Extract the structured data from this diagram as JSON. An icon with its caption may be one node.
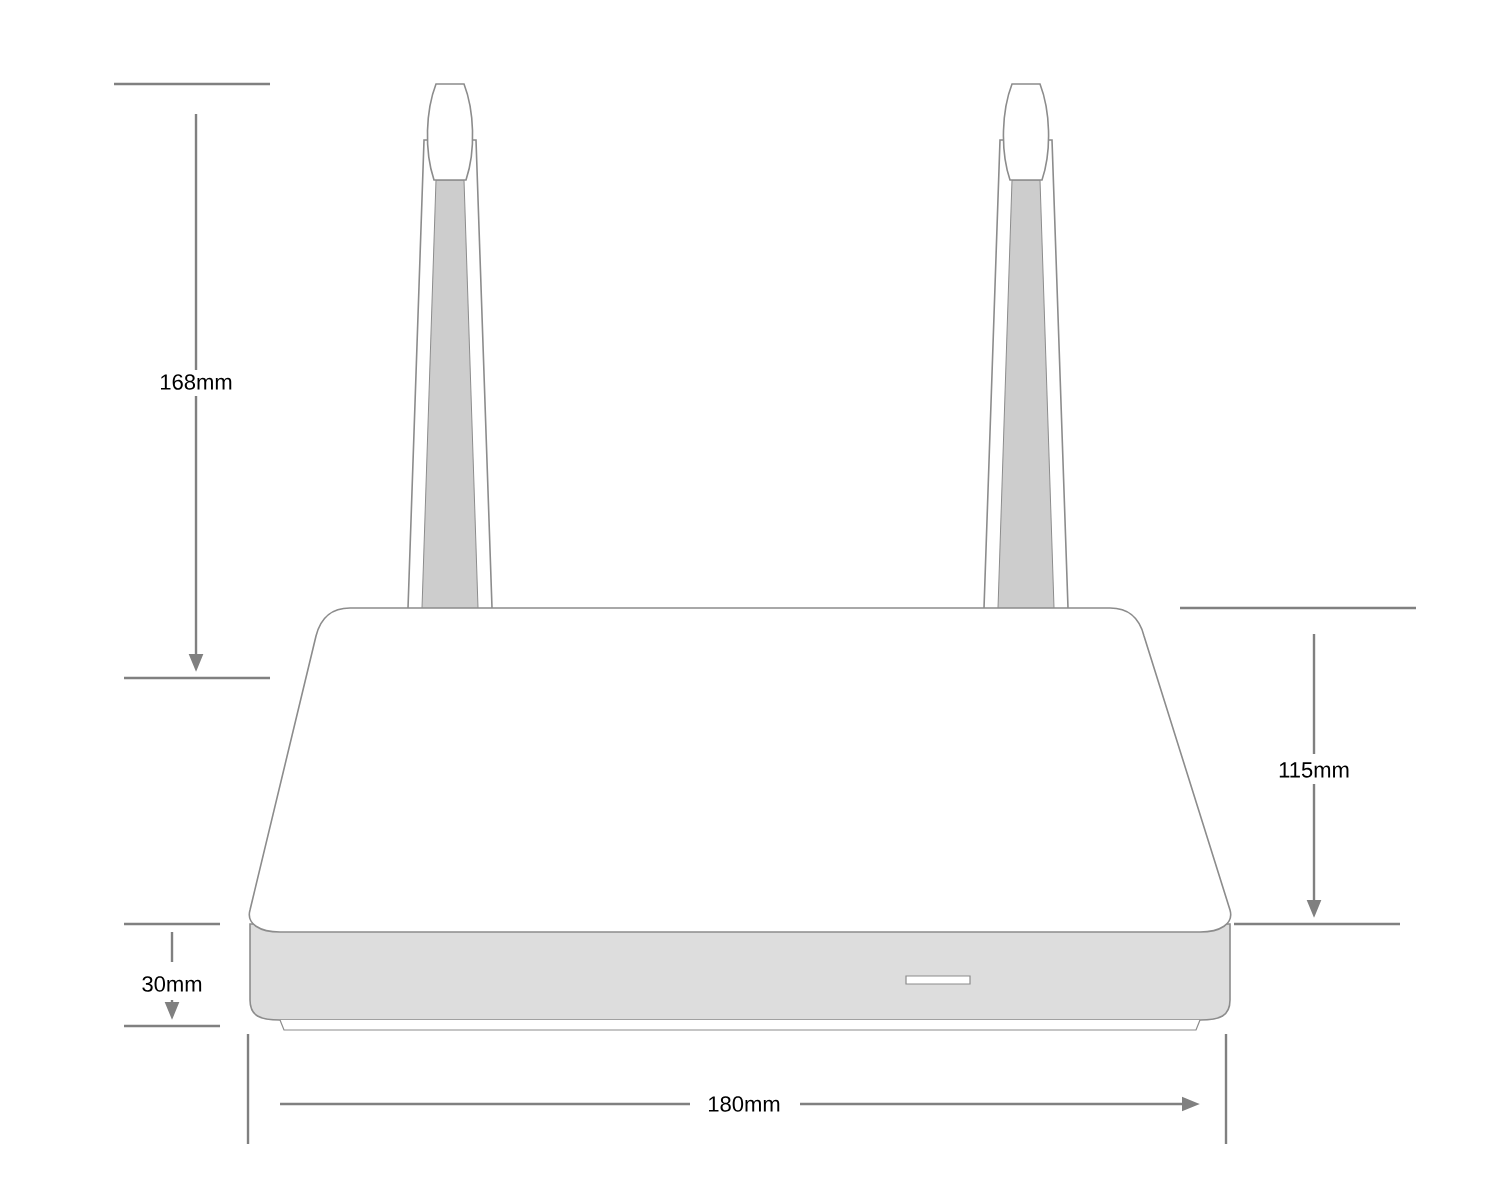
{
  "diagram": {
    "labels": [
      "168mm",
      "115mm",
      "30mm",
      "180mm"
    ]
  }
}
